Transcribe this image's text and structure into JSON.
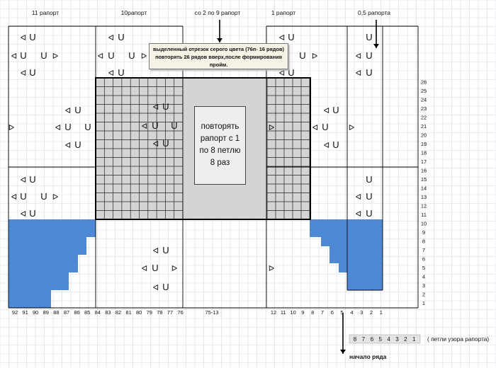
{
  "header_labels": [
    "11 рапорт",
    "10рапорт",
    "со 2 по 9 рапорт",
    "1 рапорт",
    "0,5 рапорта"
  ],
  "note_text": "выделенный отрезок серого цвета (76п- 16 рядов) повторять 26 рядов вверх,после формирования пройм.",
  "repeat_lines": [
    "повторять",
    "рапорт с 1",
    "по 8 петлю",
    "8 раз"
  ],
  "row_numbers": [
    "1",
    "2",
    "3",
    "4",
    "5",
    "6",
    "7",
    "8",
    "9",
    "10",
    "11",
    "12",
    "13",
    "14",
    "15",
    "16",
    "17",
    "18",
    "19",
    "20",
    "21",
    "22",
    "23",
    "24",
    "25",
    "26"
  ],
  "bottom_numbers": [
    "92",
    "91",
    "90",
    "89",
    "88",
    "87",
    "86",
    "85",
    "84",
    "83",
    "82",
    "81",
    "80",
    "79",
    "78",
    "77",
    "76",
    "75-13",
    "12",
    "11",
    "10",
    "9",
    "8",
    "7",
    "6",
    "5",
    "4",
    "3",
    "2",
    "1"
  ],
  "pattern_stitches": [
    "8",
    "7",
    "6",
    "5",
    "4",
    "3",
    "2",
    "1"
  ],
  "pattern_caption": "( петли узора рапорта)",
  "start_label": "начало ряда",
  "colors": {
    "grid": "#d3dbe6",
    "blue": "#4f88d5",
    "gray": "#d4d4d4",
    "border": "#000000"
  },
  "symbols": [
    "ᐊ",
    "U",
    "ᐅ"
  ]
}
